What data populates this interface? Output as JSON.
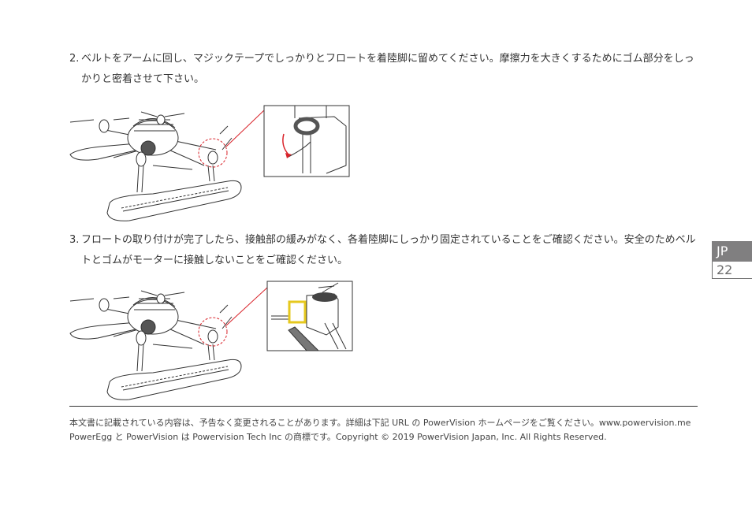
{
  "steps": [
    {
      "number": "2.",
      "text": "ベルトをアームに回し、マジックテープでしっかりとフロートを着陸脚に留めてください。摩擦力を大きくするためにゴム部分をしっかりと密着させて下さい。"
    },
    {
      "number": "3.",
      "text": "フロートの取り付けが完了したら、接触部の緩みがなく、各着陸脚にしっかり固定されていることをご確認ください。安全のためベルトとゴムがモーターに接触しないことをご確認ください。"
    }
  ],
  "side_tab": {
    "language": "JP",
    "page_number": "22"
  },
  "footer": {
    "line1": "本文書に記載されている内容は、予告なく変更されることがあります。詳細は下記 URL の PowerVision ホームページをご覧ください。www.powervision.me",
    "line2": "PowerEgg と PowerVision は Powervision Tech Inc の商標です。Copyright © 2019 PowerVision Japan, Inc. All Rights Reserved."
  },
  "colors": {
    "callout_red": "#d9232a",
    "tab_gray": "#807f80",
    "belt_yellow": "#e6c81e"
  }
}
